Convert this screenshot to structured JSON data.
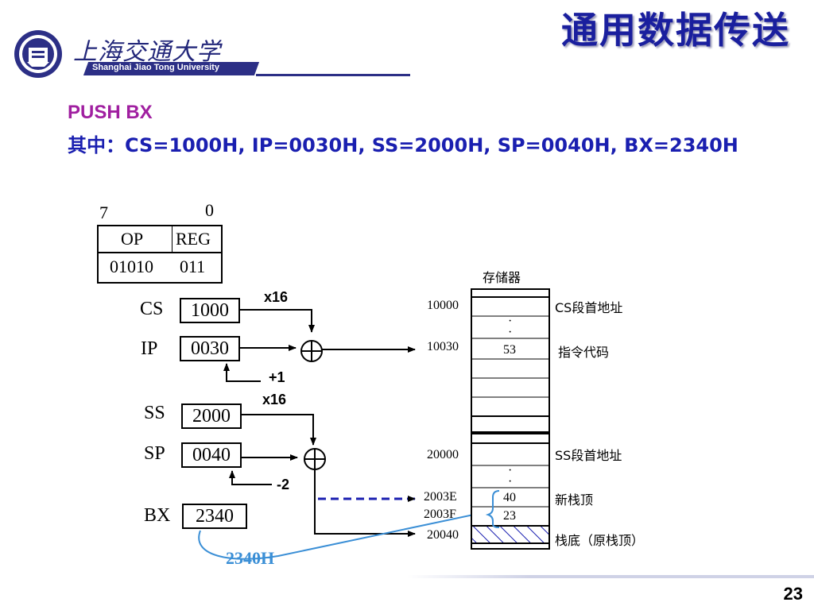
{
  "header": {
    "title": "通用数据传送",
    "university_cn": "上海交通大学",
    "university_en": "Shanghai Jiao Tong University",
    "page_number": "23"
  },
  "instruction": {
    "text": "PUSH BX",
    "condition": "其中：CS=1000H, IP=0030H, SS=2000H, SP=0040H, BX=2340H"
  },
  "encoding": {
    "bit_high": "7",
    "bit_low": "0",
    "fields": [
      "OP",
      "REG"
    ],
    "values": [
      "01010",
      "011"
    ]
  },
  "registers": {
    "cs": {
      "label": "CS",
      "value": "1000"
    },
    "ip": {
      "label": "IP",
      "value": "0030"
    },
    "ss": {
      "label": "SS",
      "value": "2000"
    },
    "sp": {
      "label": "SP",
      "value": "0040"
    },
    "bx": {
      "label": "BX",
      "value": "2340"
    }
  },
  "operations": {
    "mult_cs": "x16",
    "inc_ip": "+1",
    "mult_ss": "x16",
    "dec_sp": "-2",
    "bx_value": "2340H"
  },
  "memory": {
    "title": "存储器",
    "addresses": [
      "10000",
      "10030",
      "20000",
      "2003E",
      "2003F",
      "20040"
    ],
    "cells": {
      "code": "53",
      "stack_low": "40",
      "stack_high": "23",
      "dots": "·"
    },
    "notes": {
      "cs_base": "CS段首地址",
      "code": "指令代码",
      "ss_base": "SS段首地址",
      "new_top": "新栈顶",
      "bottom": "栈底（原栈顶）"
    }
  }
}
